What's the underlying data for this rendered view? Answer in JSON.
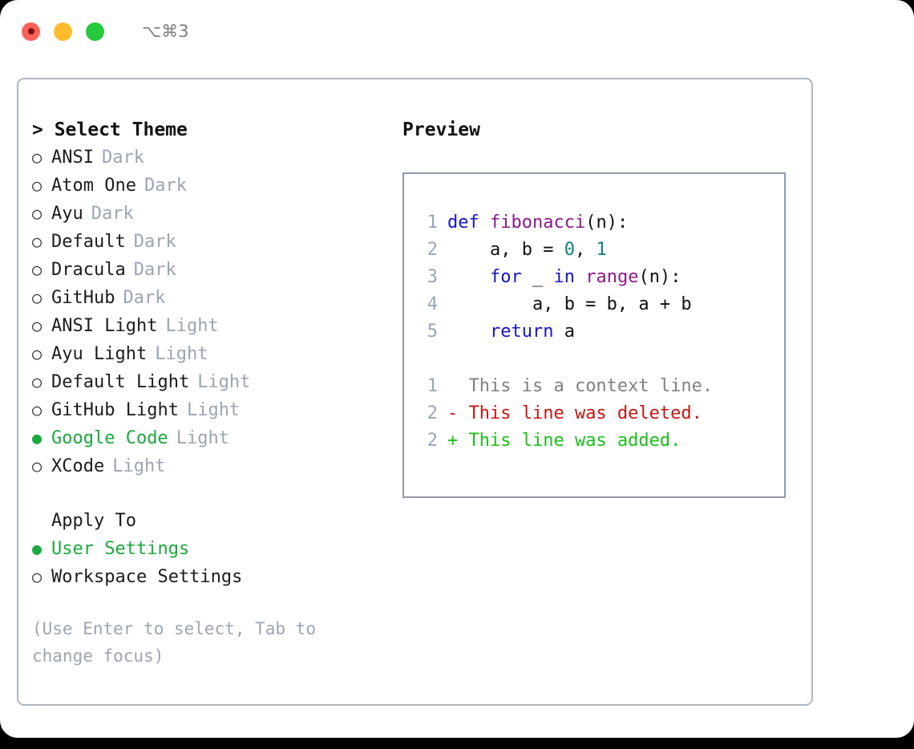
{
  "titlebar": {
    "shortcut": "⌥⌘3",
    "lights": [
      {
        "name": "close",
        "color": "#ff6059"
      },
      {
        "name": "minimize",
        "color": "#ffbd2e"
      },
      {
        "name": "maximize",
        "color": "#27c93f"
      }
    ]
  },
  "left": {
    "heading": "> Select Theme",
    "themes": [
      {
        "bullet": "○",
        "name": "ANSI",
        "variant": "Dark",
        "selected": false
      },
      {
        "bullet": "○",
        "name": "Atom One",
        "variant": "Dark",
        "selected": false
      },
      {
        "bullet": "○",
        "name": "Ayu",
        "variant": "Dark",
        "selected": false
      },
      {
        "bullet": "○",
        "name": "Default",
        "variant": "Dark",
        "selected": false
      },
      {
        "bullet": "○",
        "name": "Dracula",
        "variant": "Dark",
        "selected": false
      },
      {
        "bullet": "○",
        "name": "GitHub",
        "variant": "Dark",
        "selected": false
      },
      {
        "bullet": "○",
        "name": "ANSI Light",
        "variant": "Light",
        "selected": false
      },
      {
        "bullet": "○",
        "name": "Ayu Light",
        "variant": "Light",
        "selected": false
      },
      {
        "bullet": "○",
        "name": "Default Light",
        "variant": "Light",
        "selected": false
      },
      {
        "bullet": "○",
        "name": "GitHub Light",
        "variant": "Light",
        "selected": false
      },
      {
        "bullet": "●",
        "name": "Google Code",
        "variant": "Light",
        "selected": true
      },
      {
        "bullet": "○",
        "name": "XCode",
        "variant": "Light",
        "selected": false
      }
    ],
    "apply_to_heading": "Apply To",
    "apply_to": [
      {
        "bullet": "●",
        "name": "User Settings",
        "selected": true
      },
      {
        "bullet": "○",
        "name": "Workspace Settings",
        "selected": false
      }
    ],
    "hint": "(Use Enter to select, Tab to change focus)"
  },
  "right": {
    "heading": "Preview",
    "code_lines": [
      {
        "no": "1",
        "tokens": [
          {
            "t": "def ",
            "c": "kw"
          },
          {
            "t": "fibonacci",
            "c": "fn"
          },
          {
            "t": "(n):",
            "c": "txt"
          }
        ]
      },
      {
        "no": "2",
        "tokens": [
          {
            "t": "    a, b = ",
            "c": "txt"
          },
          {
            "t": "0",
            "c": "num"
          },
          {
            "t": ", ",
            "c": "txt"
          },
          {
            "t": "1",
            "c": "num"
          }
        ]
      },
      {
        "no": "3",
        "tokens": [
          {
            "t": "    ",
            "c": "txt"
          },
          {
            "t": "for",
            "c": "kw"
          },
          {
            "t": " _ ",
            "c": "txt"
          },
          {
            "t": "in",
            "c": "kw"
          },
          {
            "t": " ",
            "c": "txt"
          },
          {
            "t": "range",
            "c": "fn"
          },
          {
            "t": "(n):",
            "c": "txt"
          }
        ]
      },
      {
        "no": "4",
        "tokens": [
          {
            "t": "        a, b = b, a + b",
            "c": "txt"
          }
        ]
      },
      {
        "no": "5",
        "tokens": [
          {
            "t": "    ",
            "c": "txt"
          },
          {
            "t": "return",
            "c": "kw"
          },
          {
            "t": " a",
            "c": "txt"
          }
        ]
      }
    ],
    "diff_lines": [
      {
        "no": "1",
        "marker": " ",
        "text": " This is a context line.",
        "kind": "ctx"
      },
      {
        "no": "2",
        "marker": "-",
        "text": " This line was deleted.",
        "kind": "del"
      },
      {
        "no": "2",
        "marker": "+",
        "text": " This line was added.",
        "kind": "add"
      }
    ]
  },
  "colors": {
    "accent_green": "#19a93c",
    "muted": "#9aa5b4",
    "keyword": "#1414c8",
    "function": "#8c1a8c",
    "number": "#0d7d7d",
    "diff_delete": "#cc1414",
    "diff_add": "#18c018",
    "border": "#aeb8c4",
    "preview_border": "#8e9aab"
  }
}
